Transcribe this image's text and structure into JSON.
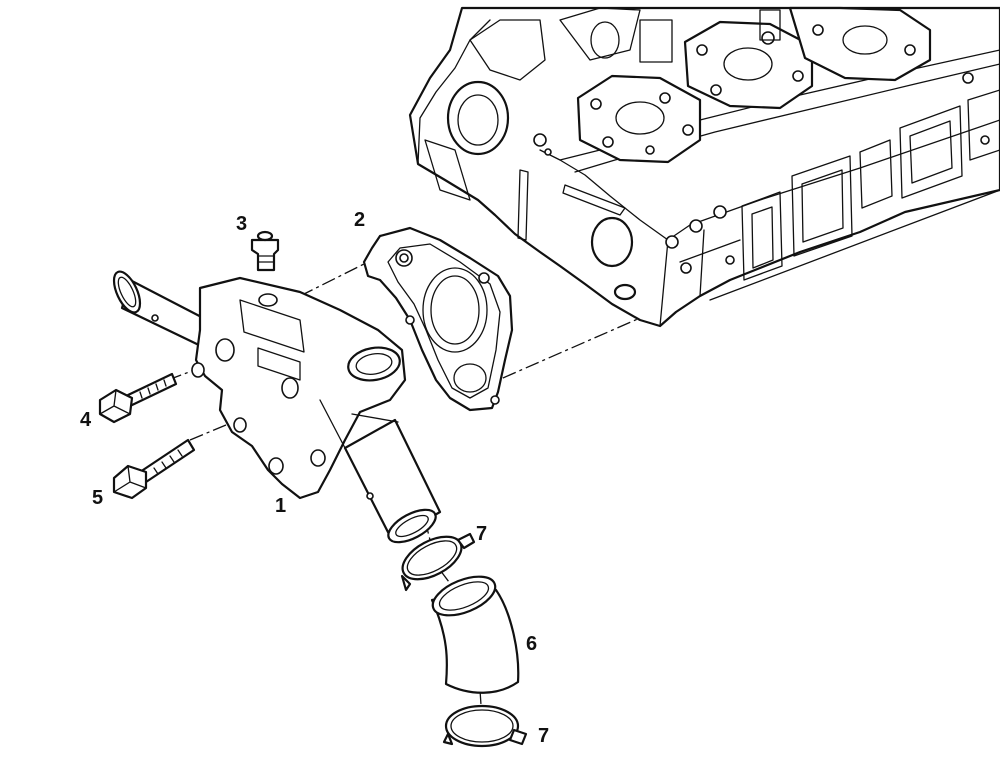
{
  "callouts": {
    "c1": "1",
    "c2": "2",
    "c3": "3",
    "c4": "4",
    "c5": "5",
    "c6": "6",
    "c7a": "7",
    "c7b": "7"
  },
  "colors": {
    "line": "#111111",
    "background": "#ffffff"
  }
}
